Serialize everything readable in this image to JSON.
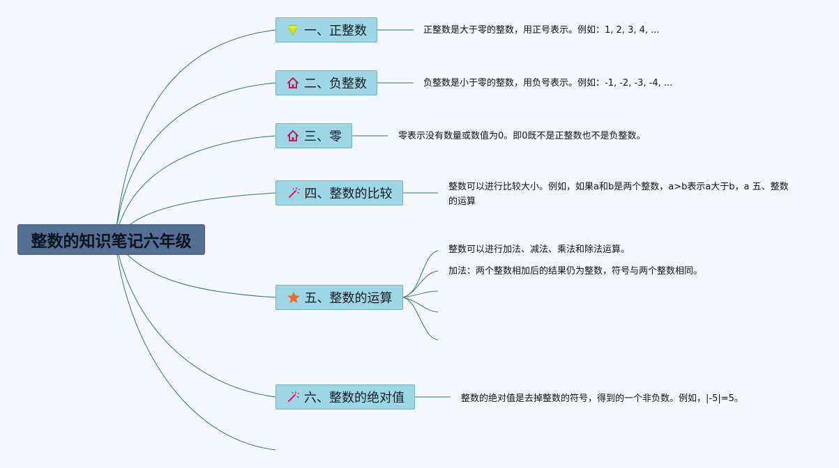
{
  "root": {
    "title": "整数的知识笔记六年级"
  },
  "topics": [
    {
      "label": "一、正整数",
      "icon": "diamond-icon",
      "note": "正整数是大于零的整数，用正号表示。例如：1, 2, 3, 4, ..."
    },
    {
      "label": "二、负整数",
      "icon": "house-icon",
      "note": "负整数是小于零的整数，用负号表示。例如：-1, -2, -3, -4, ..."
    },
    {
      "label": "三、零",
      "icon": "house-icon",
      "note": "零表示没有数量或数值为0。即0既不是正整数也不是负整数。"
    },
    {
      "label": "四、整数的比较",
      "icon": "magic-wand-icon",
      "note": "整数可以进行比较大小。例如，如果a和b是两个整数，a>b表示a大于b，a 五、整数的运算"
    },
    {
      "label": "五、整数的运算",
      "icon": "star-icon",
      "notes": [
        "整数可以进行加法、减法、乘法和除法运算。",
        "加法：两个整数相加后的结果仍为整数，符号与两个整数相同。"
      ]
    },
    {
      "label": "六、整数的绝对值",
      "icon": "magic-wand-icon",
      "note": "整数的绝对值是去掉整数的符号，得到的一个非负数。例如，|-5|=5。"
    }
  ],
  "colors": {
    "root_fill": "#546e94",
    "topic_fill": "#9fd6e6",
    "line": "#2f7a5e",
    "diamond": "#d9e31a",
    "house": "#c2185b",
    "star": "#ec6a2c",
    "wand": "#d81b60"
  }
}
